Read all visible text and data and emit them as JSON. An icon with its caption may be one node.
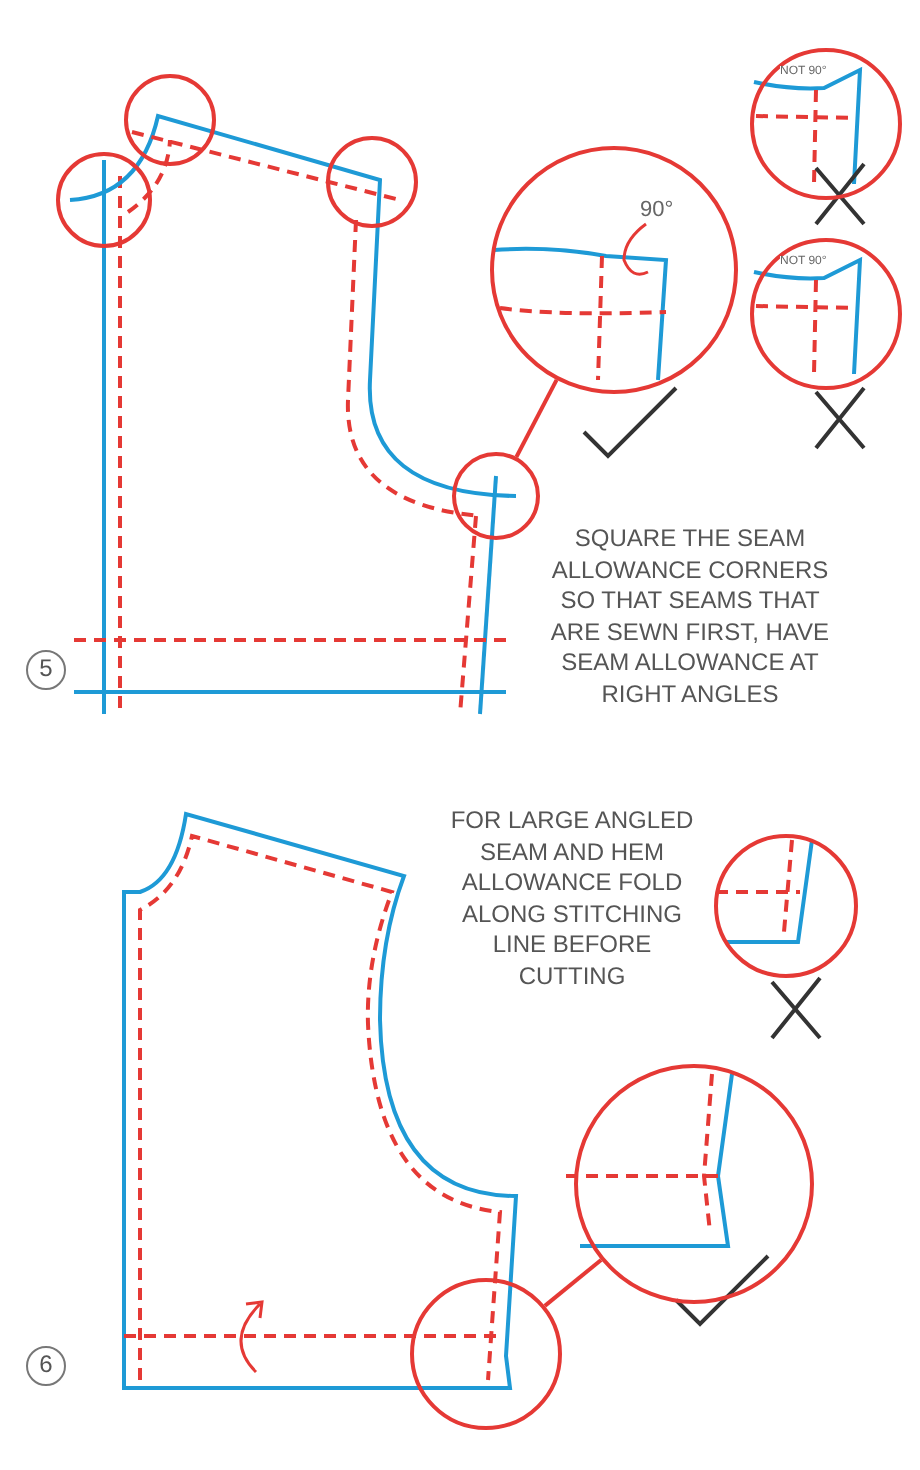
{
  "diagram": {
    "nodes": [
      {
        "text": [
          "NOT 90°"
        ]
      },
      {
        "text": [
          "90°"
        ]
      },
      {
        "text": [
          "NOT 90°"
        ]
      },
      {
        "text": [],
        "shape": "circle"
      },
      {
        "text": [],
        "shape": "circle"
      },
      {
        "text": [],
        "shape": "circle"
      }
    ],
    "edges": [
      {
        "from": 3,
        "to": 1,
        "arrow": "none"
      },
      {
        "from": 5,
        "to": 4,
        "arrow": "none"
      }
    ],
    "labels": [
      "SQUARE THE SEAM ALLOWANCE CORNERS SO THAT SEAMS THAT ARE SEWN FIRST, HAVE SEAM ALLOWANCE AT RIGHT ANGLES",
      "5",
      "FOR LARGE ANGLED SEAM AND HEM ALLOWANCE FOLD ALONG STITCHING LINE BEFORE CUTTING",
      "6"
    ]
  }
}
